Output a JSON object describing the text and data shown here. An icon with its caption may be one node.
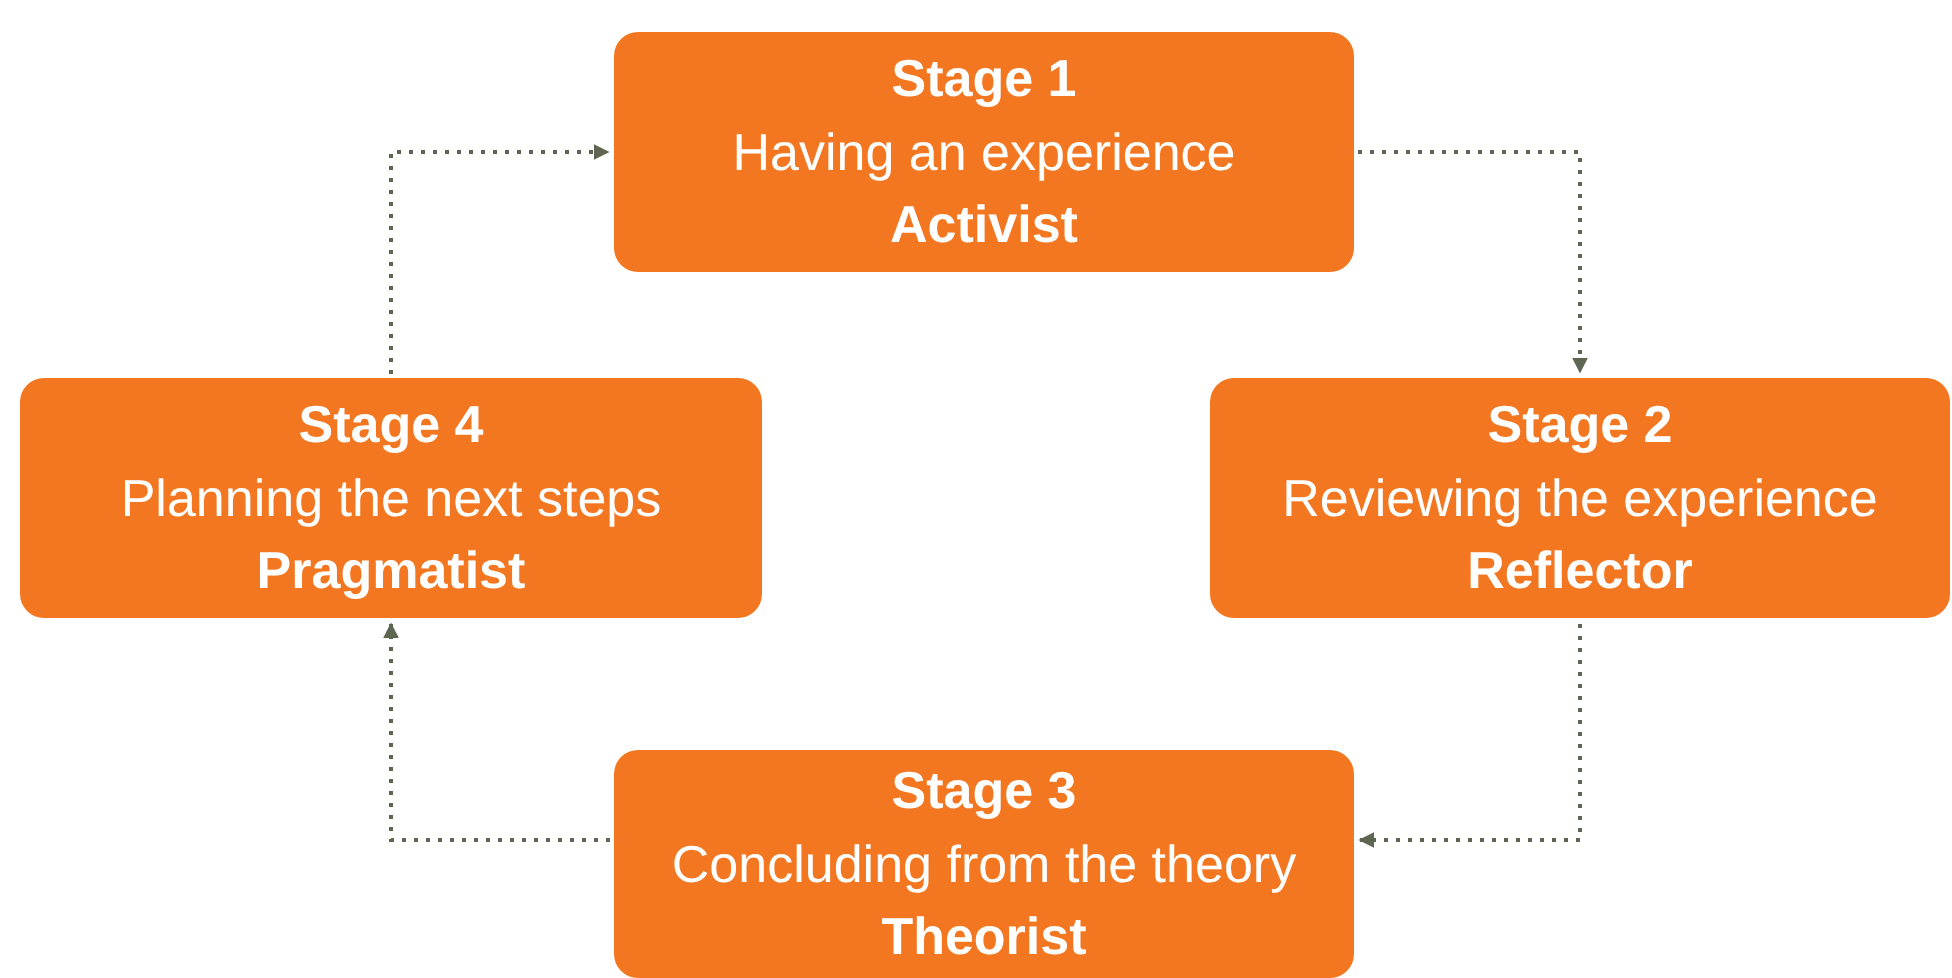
{
  "diagram": {
    "nodes": [
      {
        "text": [
          "Stage 1",
          "Having an experience",
          "Activist"
        ]
      },
      {
        "text": [
          "Stage 2",
          "Reviewing the experience",
          "Reflector"
        ]
      },
      {
        "text": [
          "Stage 3",
          "Concluding from the theory",
          "Theorist"
        ]
      },
      {
        "text": [
          "Stage 4",
          "Planning the next steps",
          "Pragmatist"
        ]
      }
    ],
    "edges": [
      {
        "from": 0,
        "to": 1,
        "arrow": "to",
        "style": "dashed"
      },
      {
        "from": 1,
        "to": 2,
        "arrow": "to",
        "style": "dashed"
      },
      {
        "from": 2,
        "to": 3,
        "arrow": "to",
        "style": "dashed"
      },
      {
        "from": 3,
        "to": 0,
        "arrow": "to",
        "style": "dashed"
      }
    ]
  }
}
